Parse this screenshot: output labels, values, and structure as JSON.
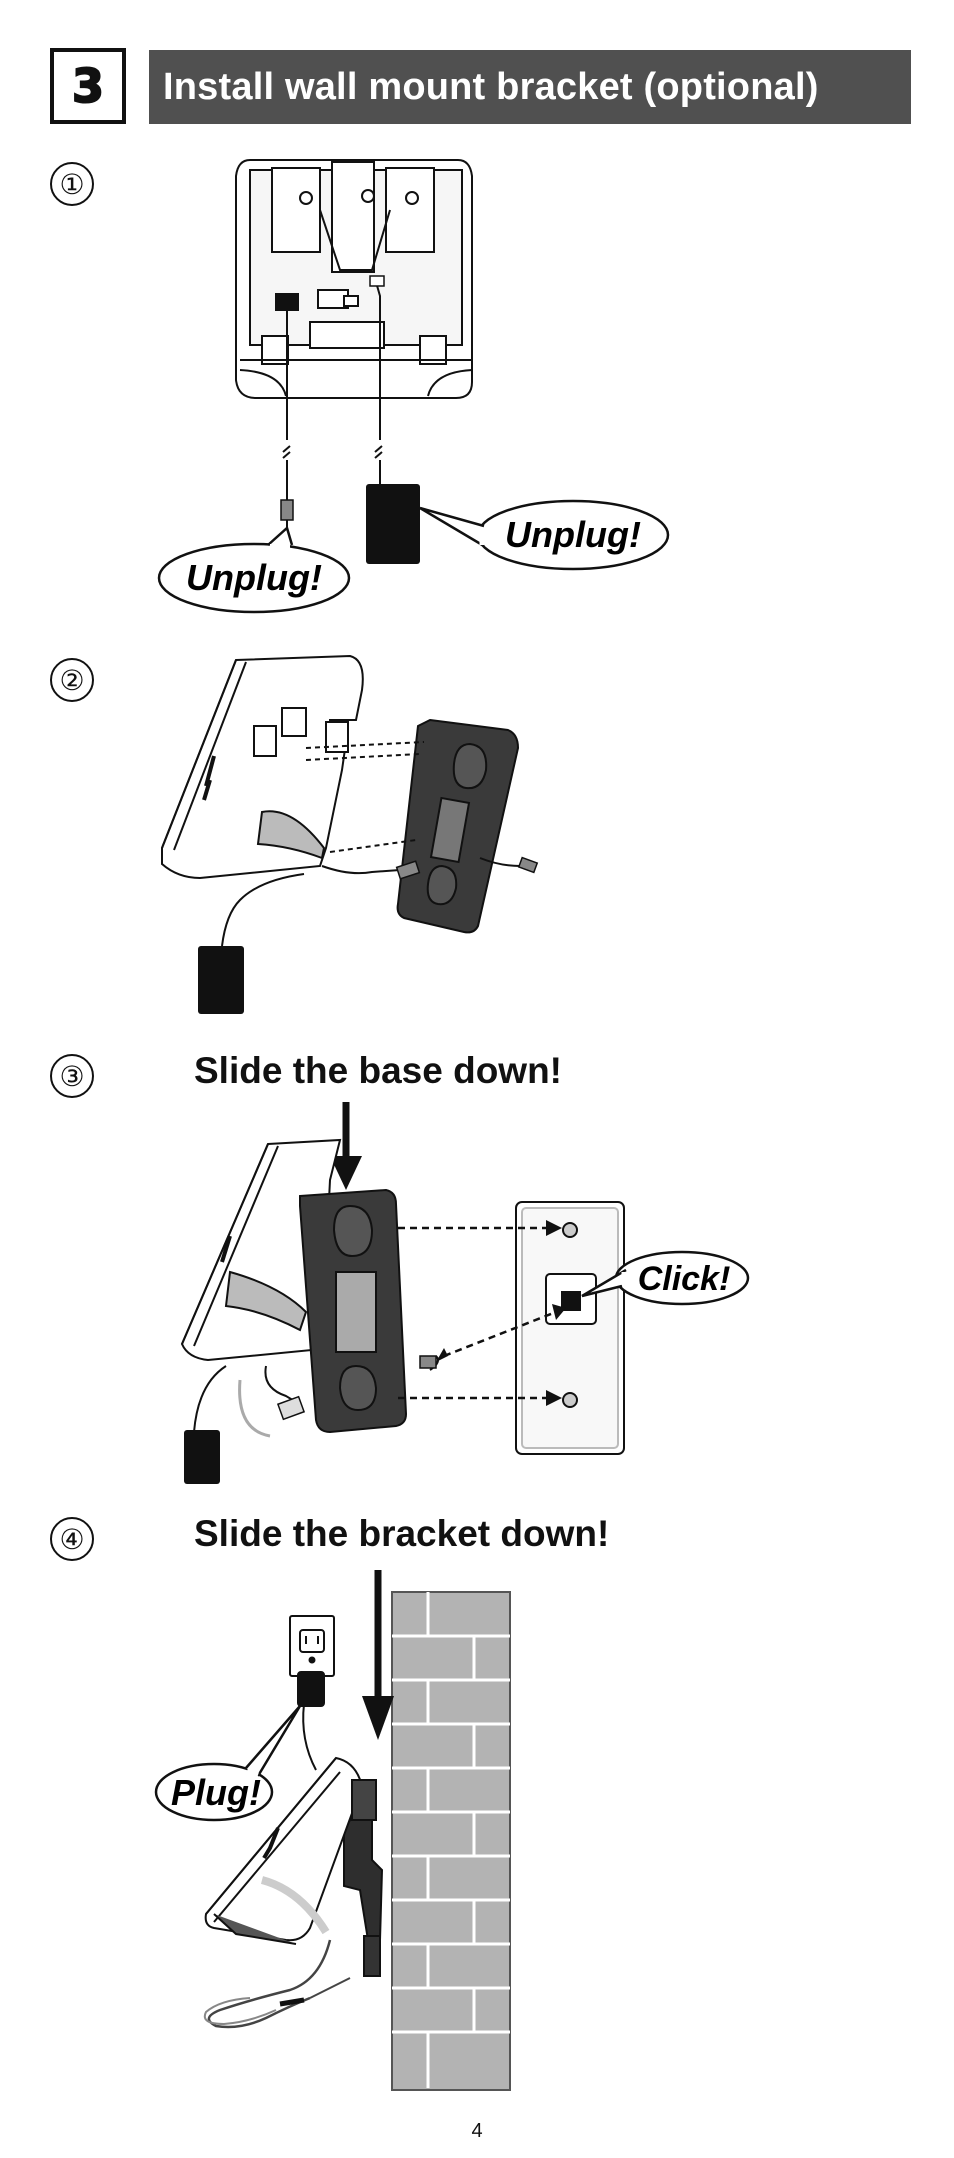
{
  "section": {
    "number": "3",
    "title": "Install wall mount bracket (optional)"
  },
  "steps": [
    {
      "marker": "①",
      "heading": "",
      "callouts": [
        "Unplug!",
        "Unplug!"
      ]
    },
    {
      "marker": "②",
      "heading": ""
    },
    {
      "marker": "③",
      "heading": "Slide the base down!",
      "callouts": [
        "Click!"
      ]
    },
    {
      "marker": "④",
      "heading": "Slide the bracket down!",
      "callouts": [
        "Plug!"
      ]
    }
  ],
  "page_number": "4"
}
